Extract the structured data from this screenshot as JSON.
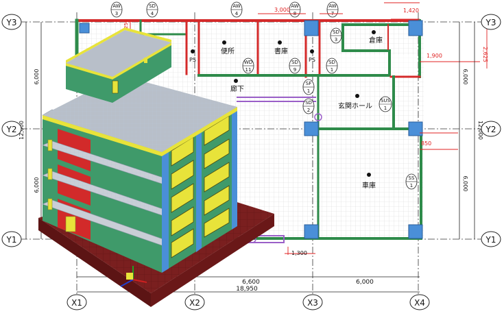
{
  "grid_axes": {
    "y": [
      {
        "label": "Y3"
      },
      {
        "label": "Y2"
      },
      {
        "label": "Y1"
      }
    ],
    "x": [
      {
        "label": "X1"
      },
      {
        "label": "X2"
      },
      {
        "label": "X3"
      },
      {
        "label": "X4"
      }
    ]
  },
  "dimensions": {
    "bottom_spans": [
      "6,600",
      "6,000"
    ],
    "bottom_total": "18,950",
    "left_spans": [
      "6,000",
      "6,000"
    ],
    "left_total": "12,000",
    "right_spans": [
      "6,000",
      "6,000"
    ],
    "right_total": "12,000",
    "top_spans": [
      "3,000",
      "1,420"
    ],
    "right_misc": [
      "1,900",
      "2,625",
      "850"
    ],
    "small_offsets": [
      "1,300",
      "250"
    ]
  },
  "rooms": [
    {
      "label": "便所"
    },
    {
      "label": "書庫"
    },
    {
      "label": "倉庫"
    },
    {
      "label": "廊下"
    },
    {
      "label": "玄関ホール"
    },
    {
      "label": "車庫"
    },
    {
      "label": "PS"
    },
    {
      "label": "PS"
    }
  ],
  "door_tags": [
    {
      "top": "AW",
      "bottom": "3"
    },
    {
      "top": "SD",
      "bottom": "4"
    },
    {
      "top": "AW",
      "bottom": "4"
    },
    {
      "top": "AW",
      "bottom": "8"
    },
    {
      "top": "AW",
      "bottom": "7"
    },
    {
      "top": "SD",
      "bottom": "3"
    },
    {
      "top": "WD",
      "bottom": "11"
    },
    {
      "top": "SD",
      "bottom": "9"
    },
    {
      "top": "SD",
      "bottom": "1"
    },
    {
      "top": "SF",
      "bottom": "1"
    },
    {
      "top": "SD",
      "bottom": "2"
    },
    {
      "top": "SUS",
      "bottom": "1"
    },
    {
      "top": "SS",
      "bottom": "1"
    }
  ],
  "colors": {
    "wall_green": "#2e8b4a",
    "wall_red": "#d42a2a",
    "column_blue": "#4a8fd8",
    "panel_yellow": "#e8e33a",
    "building_green": "#3f9a6a",
    "base_red": "#7a1f1f",
    "dim_red": "#e02020"
  }
}
